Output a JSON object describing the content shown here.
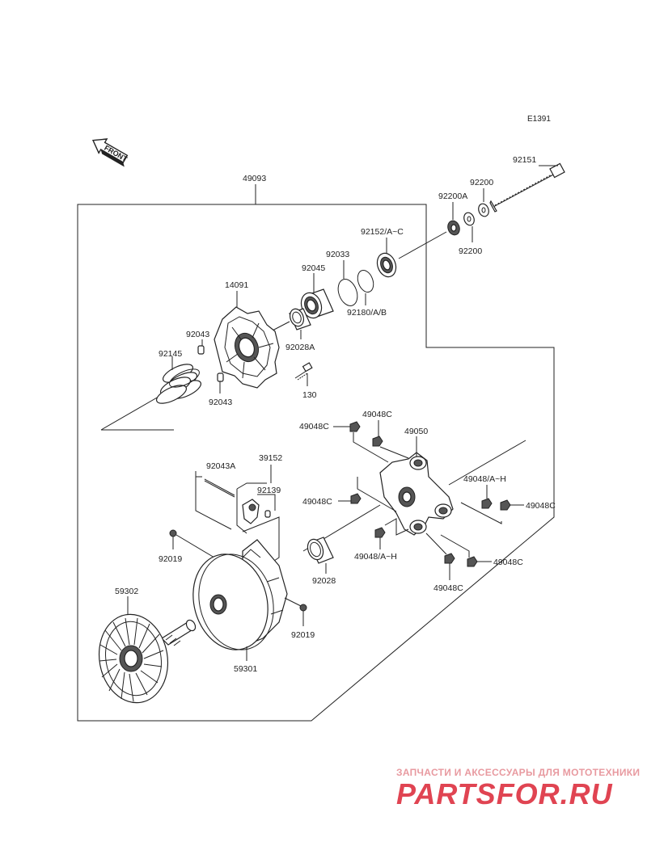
{
  "diagram_code": "E1391",
  "front_label": "FRONT",
  "parts": {
    "p49093": "49093",
    "p92151": "92151",
    "p92200_top": "92200",
    "p92200A": "92200A",
    "p92200_bottom": "92200",
    "p92152": "92152/A~C",
    "p92033": "92033",
    "p92045": "92045",
    "p92180": "92180/A/B",
    "p14091": "14091",
    "p92043_top": "92043",
    "p92028A": "92028A",
    "p92145": "92145",
    "p130": "130",
    "p92043_bottom": "92043",
    "p49048C_a": "49048C",
    "p49048C_b": "49048C",
    "p49050": "49050",
    "p92043A": "92043A",
    "p39152": "39152",
    "p92139": "92139",
    "p49048C_c": "49048C",
    "p49048AH_a": "49048/A~H",
    "p49048C_d": "49048C",
    "p92019_a": "92019",
    "p92028": "92028",
    "p49048AH_b": "49048/A~H",
    "p49048C_e": "49048C",
    "p49048C_f": "49048C",
    "p59302": "59302",
    "p92019_b": "92019",
    "p59301": "59301"
  },
  "watermark": {
    "top_text": "ЗАПЧАСТИ И АКСЕССУАРЫ ДЛЯ МОТОТЕХНИКИ",
    "brand_text": "PARTSFOR.RU",
    "color_light": "#e89aa0",
    "color_brand": "#e04452"
  }
}
